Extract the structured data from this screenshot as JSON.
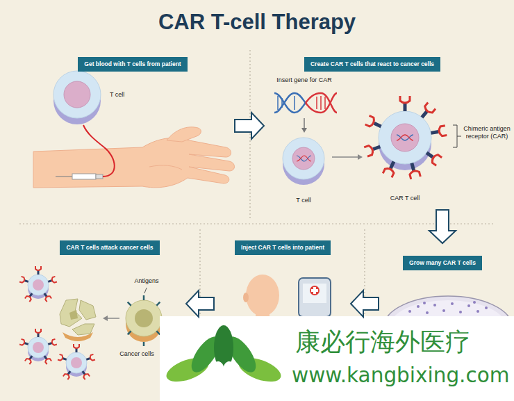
{
  "diagram": {
    "title": "CAR T-cell Therapy",
    "nodes": [
      {
        "text": [
          "Get blood with T cells from patient",
          "T cell"
        ]
      },
      {
        "text": [
          "Create CAR T cells that react to cancer cells",
          "Insert gene for CAR",
          "T cell",
          "Chimeric antigen receptor (CAR)",
          "CAR T cell"
        ]
      },
      {
        "text": [
          "CAR T cells attack cancer cells",
          "Antigens",
          "Cancer cells"
        ]
      },
      {
        "text": [
          "Inject CAR T cells into patient"
        ]
      },
      {
        "text": [
          "Grow many CAR T cells"
        ]
      }
    ],
    "edges": [
      {
        "from": 0,
        "to": 1,
        "arrow": "to"
      },
      {
        "from": 1,
        "to": 4,
        "arrow": "to"
      },
      {
        "from": 4,
        "to": 3,
        "arrow": "to"
      },
      {
        "from": 3,
        "to": 2,
        "arrow": "to"
      }
    ],
    "labels": [
      "康必行海外医疗",
      "www.kangbixing.com"
    ]
  }
}
